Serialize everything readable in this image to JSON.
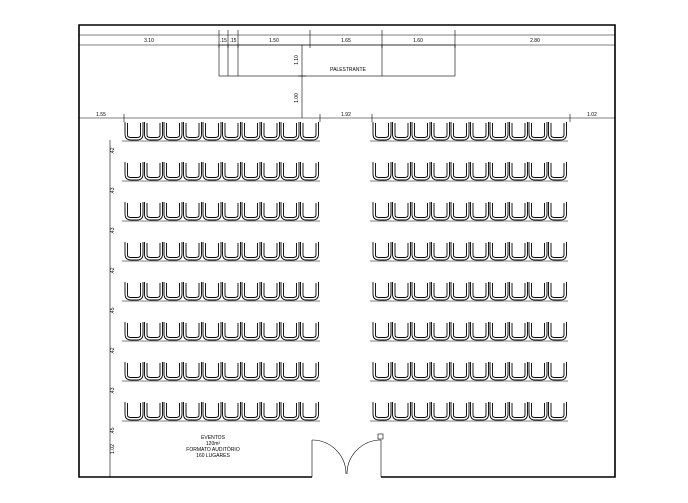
{
  "top_dimensions": [
    "3.10",
    ".15",
    ".15",
    "1.50",
    "1.65",
    "1.60",
    "2.80"
  ],
  "stage_depth": "1.10",
  "stage_to_seats": "1.00",
  "side_left": "1.55",
  "center_aisle": "1.92",
  "side_right": "1.02",
  "row_spacings": [
    ".42",
    ".43",
    ".43",
    ".42",
    ".45",
    ".42",
    ".43",
    ".45"
  ],
  "bottom_dimension": "1.02",
  "speaker_label": "PALESTRANTE",
  "room_info": {
    "line1": "EVENTOS",
    "line2": "120m²",
    "line3": "FORMATO AUDITÓRIO",
    "line4": "160 LUGARES"
  },
  "seating": {
    "rows": 8,
    "seats_per_block_row": 10,
    "blocks": 2
  }
}
